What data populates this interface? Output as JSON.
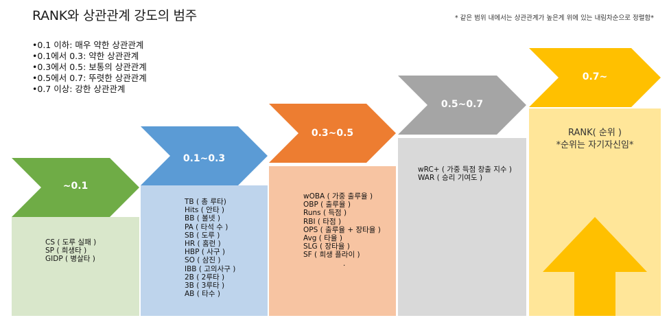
{
  "title": "RANK와 상관관계 강도의 범주",
  "note": "* 같은 범위 내에서는 상관관계가 높은게 위에 있는 내림차순으로 정렬함*",
  "legend": [
    "•0.1 이하: 매우 약한 상관관계",
    "•0.1에서 0.3: 약한 상관관계",
    "•0.3에서 0.5: 보통의 상관관계",
    "•0.5에서 0.7: 뚜렷한 상관관계",
    "•0.7 이상: 강한 상관관계"
  ],
  "steps": [
    {
      "label": "~0.1",
      "arrow_color": "#6fac46",
      "box_color": "#d9e7cb",
      "items": [
        "CS ( 도루 실패 )",
        "SP ( 희생타 )",
        "GIDP ( 병살타 )"
      ]
    },
    {
      "label": "0.1~0.3",
      "arrow_color": "#5b9bd5",
      "box_color": "#bed4ec",
      "items": [
        "TB ( 총 루타)",
        "Hits ( 안타 )",
        "BB ( 볼넷 )",
        "PA ( 타석 수 )",
        "SB ( 도루 )",
        "HR ( 홈런 )",
        "HBP ( 사구 )",
        "SO ( 삼진 )",
        "IBB ( 고의사구 )",
        "2B ( 2루타 )",
        "3B ( 3루타 )",
        "AB ( 타수 )"
      ]
    },
    {
      "label": "0.3~0.5",
      "arrow_color": "#ed7d31",
      "box_color": "#f7c4a2",
      "items": [
        "wOBA ( 가중 출루율 )",
        "OBP ( 출루율 )",
        "Runs ( 득점 )",
        "RBI ( 타점 )",
        "OPS ( 출루율 + 장타율 )",
        "Avg ( 타율 )",
        "SLG ( 장타율 )",
        "SF ( 희생 플라이 )",
        "."
      ]
    },
    {
      "label": "0.5~0.7",
      "arrow_color": "#a5a5a5",
      "box_color": "#d9d9d9",
      "items": [
        "wRC+ ( 가중 득점 창출 지수 )",
        "WAR ( 승리 기여도 )"
      ]
    },
    {
      "label": "0.7~",
      "arrow_color": "#ffc000",
      "box_color": "#ffe699",
      "items": [
        "RANK( 순위 )",
        "*순위는 자기자신임*"
      ]
    }
  ]
}
